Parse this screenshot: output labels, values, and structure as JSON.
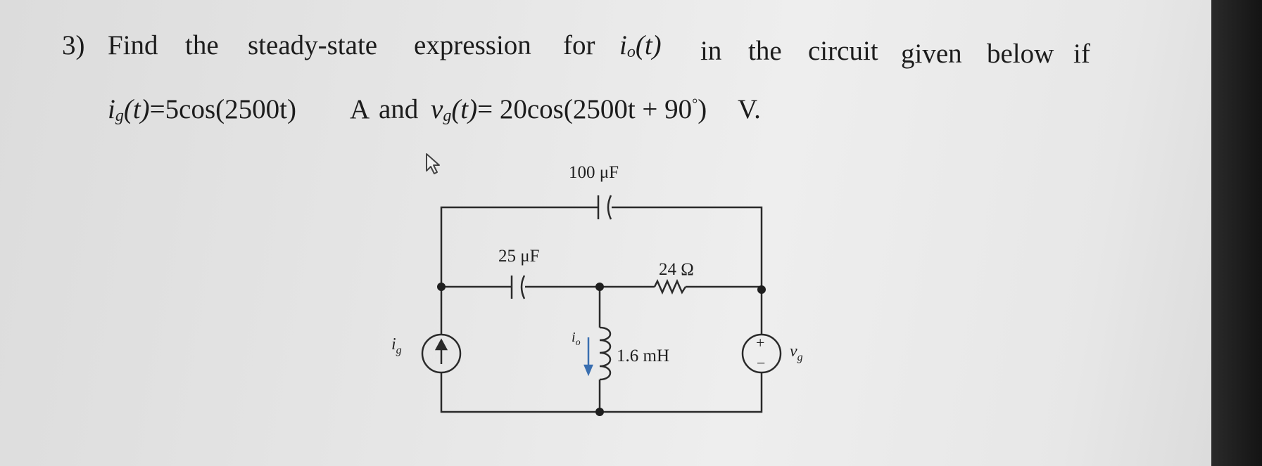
{
  "problem": {
    "number": "3)",
    "line1_words": [
      "Find",
      "the",
      "steady-state",
      "expression",
      "for"
    ],
    "io_expr": {
      "symbol": "i",
      "sub": "o",
      "arg": "(t)"
    },
    "line1_tail": [
      "in",
      "the",
      "circuit",
      "given",
      "below",
      "if"
    ],
    "ig_expr": {
      "symbol": "i",
      "sub": "g",
      "arg": "(t)",
      "rhs": "=5cos(2500t)",
      "unit": "A",
      "conj": "and"
    },
    "vg_expr": {
      "symbol": "v",
      "sub": "g",
      "arg": "(t)",
      "rhs": "= 20cos(2500t + 90",
      "deg": "°",
      "close": ")",
      "unit": "V."
    }
  },
  "circuit": {
    "c100_label": "100 μF",
    "c25_label": "25 μF",
    "r_label": "24 Ω",
    "l_label": "1.6 mH",
    "ig_label": "i",
    "ig_sub": "g",
    "io_label": "i",
    "io_sub": "o",
    "vg_label": "v",
    "vg_sub": "g",
    "plus": "+",
    "minus": "−"
  },
  "colors": {
    "text": "#1c1c1c",
    "wire": "#2a2a2a",
    "arrow_blue": "#3a6fb0"
  }
}
